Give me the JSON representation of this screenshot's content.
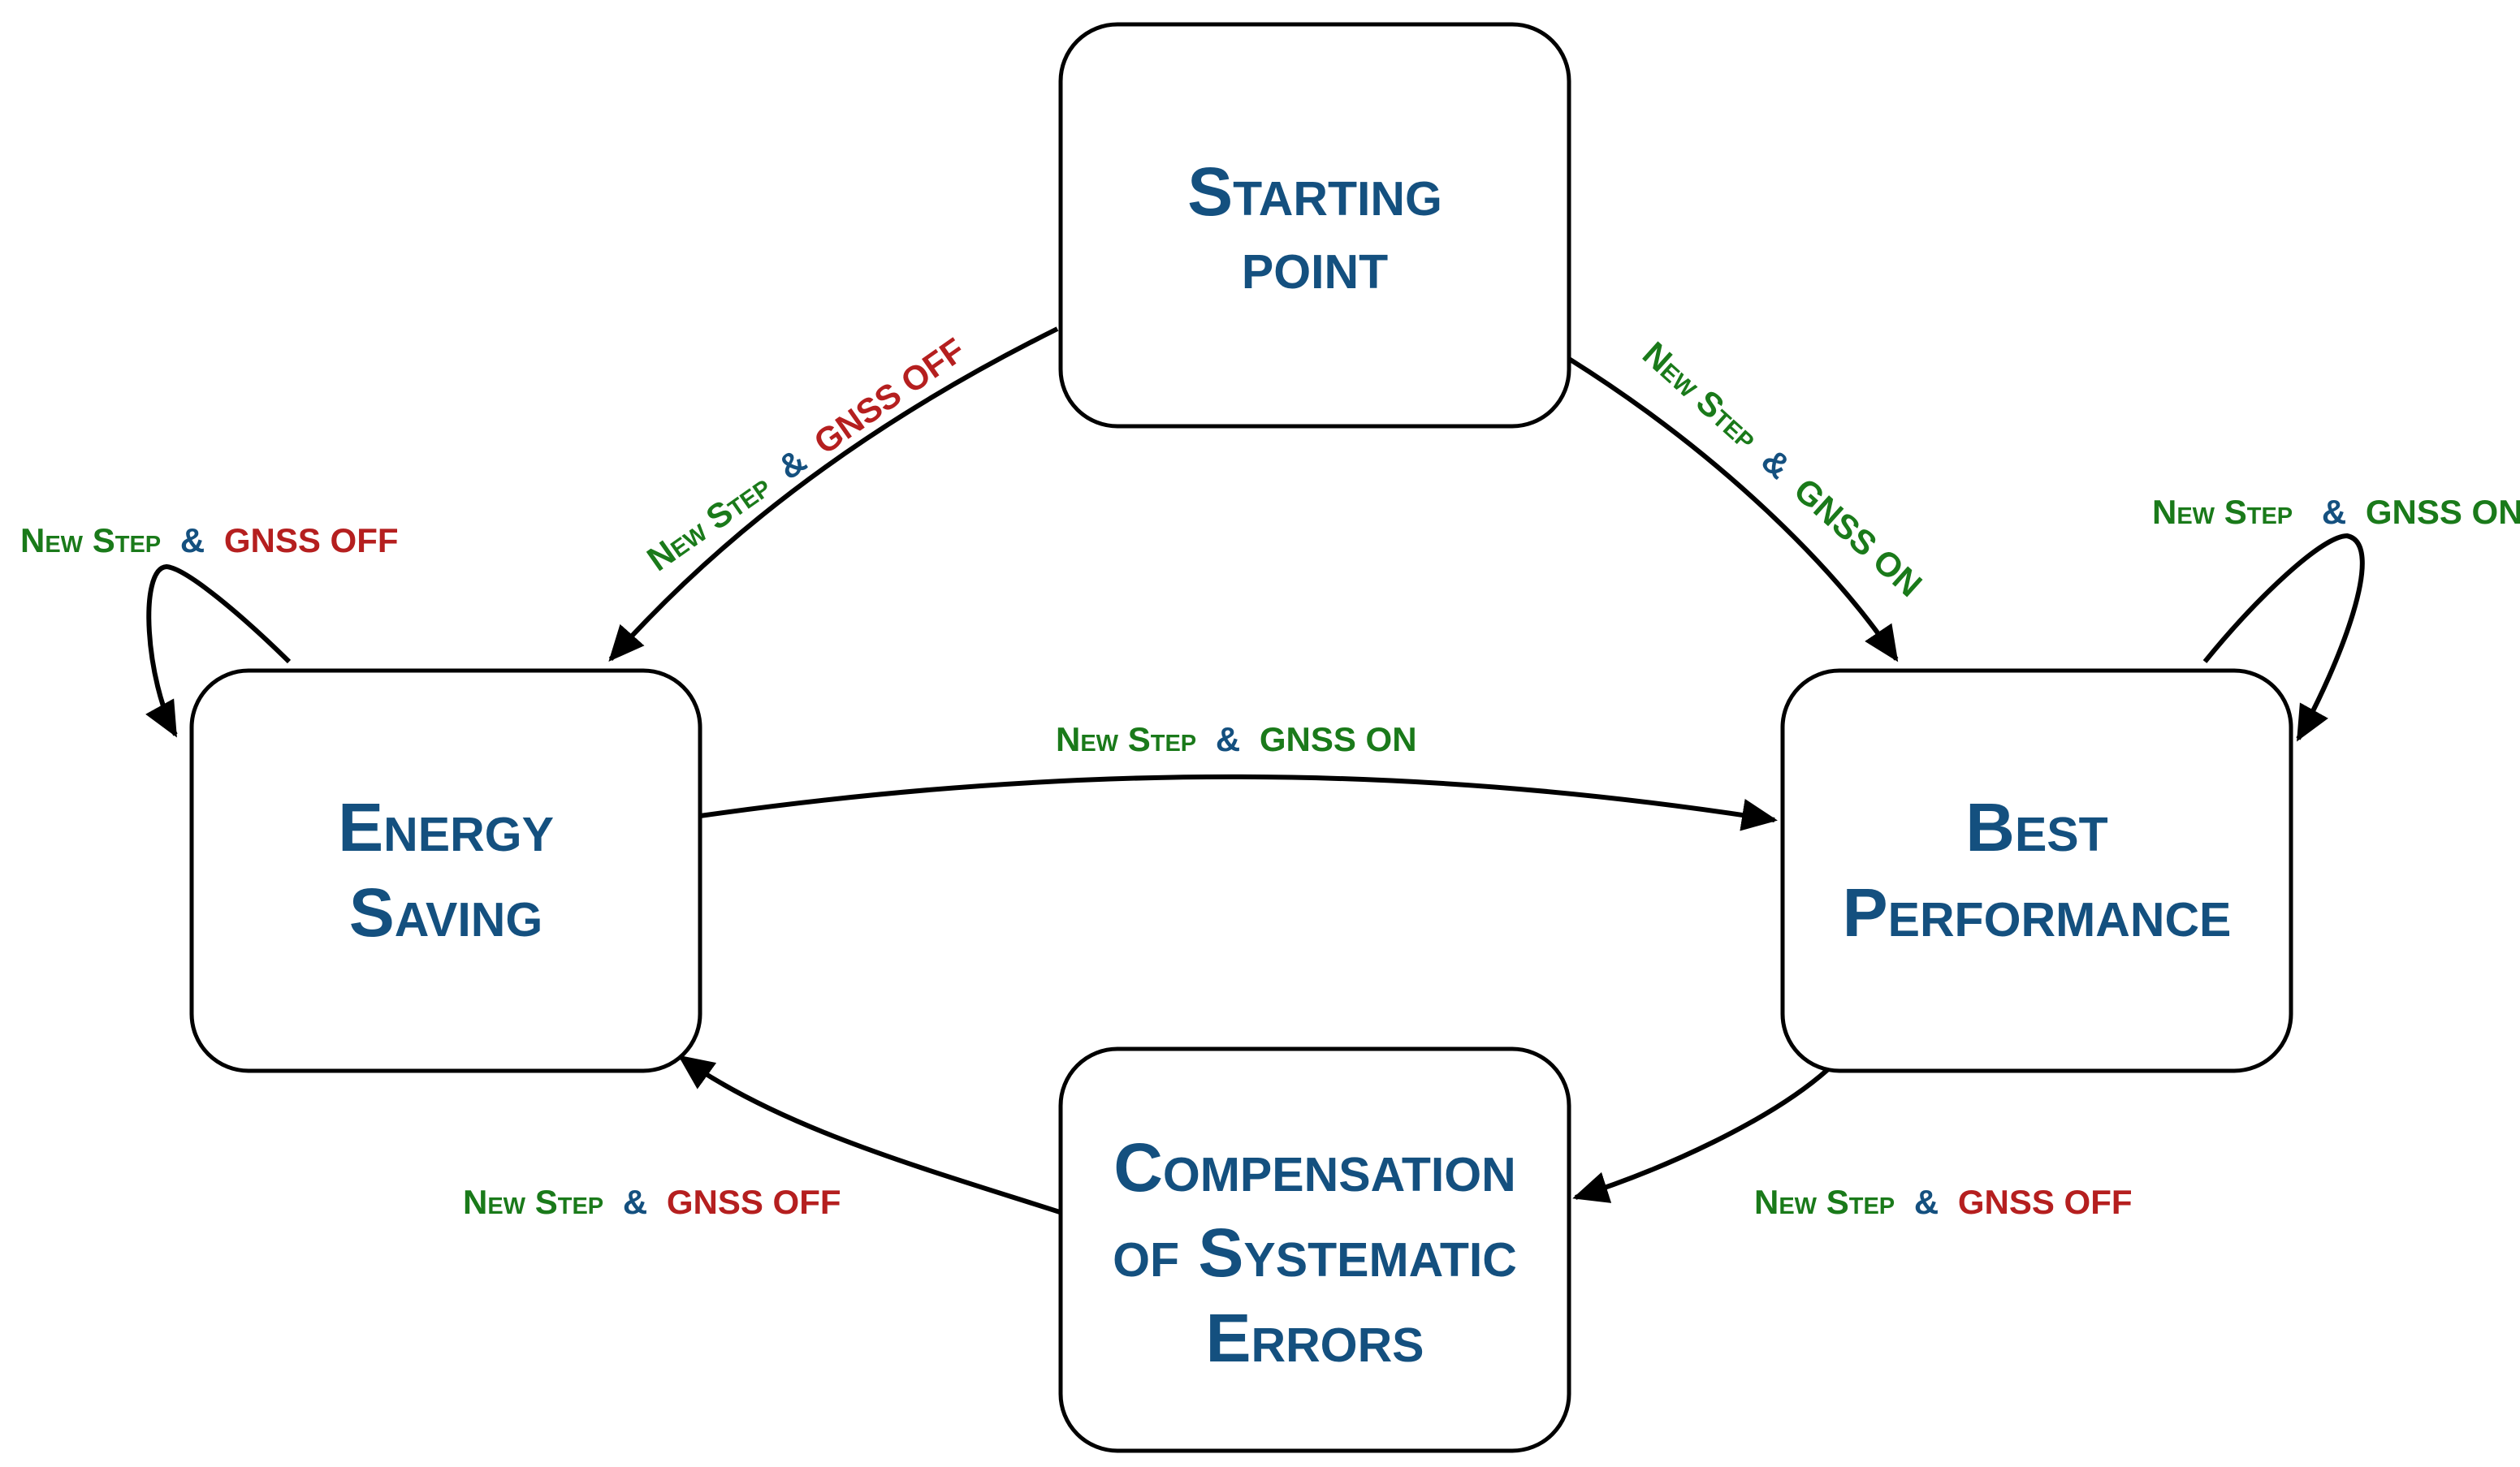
{
  "colors": {
    "node_text": "#14507f",
    "cond_step": "#1a7a1a",
    "cond_and": "#14507f",
    "cond_on": "#1a7a1a",
    "cond_off": "#b51f1f",
    "stroke": "#000000"
  },
  "nodes": {
    "starting_point": {
      "line1": "Starting",
      "line2": "point"
    },
    "energy_saving": {
      "line1": "Energy",
      "line2": "Saving"
    },
    "best_performance": {
      "line1": "Best",
      "line2": "Performance"
    },
    "compensation": {
      "line1": "Compensation",
      "line2": "of Systematic",
      "line3": "Errors"
    }
  },
  "edges": {
    "start_to_energy": {
      "step": "New Step",
      "amp": "&",
      "gnss": "GNSS OFF"
    },
    "start_to_best": {
      "step": "New Step",
      "amp": "&",
      "gnss": "GNSS ON"
    },
    "energy_self": {
      "step": "New Step",
      "amp": "&",
      "gnss": "GNSS OFF"
    },
    "best_self": {
      "step": "New Step",
      "amp": "&",
      "gnss": "GNSS ON"
    },
    "energy_to_best": {
      "step": "New Step",
      "amp": "&",
      "gnss": "GNSS ON"
    },
    "best_to_comp": {
      "step": "New Step",
      "amp": "&",
      "gnss": "GNSS OFF"
    },
    "comp_to_energy": {
      "step": "New Step",
      "amp": "&",
      "gnss": "GNSS OFF"
    }
  }
}
